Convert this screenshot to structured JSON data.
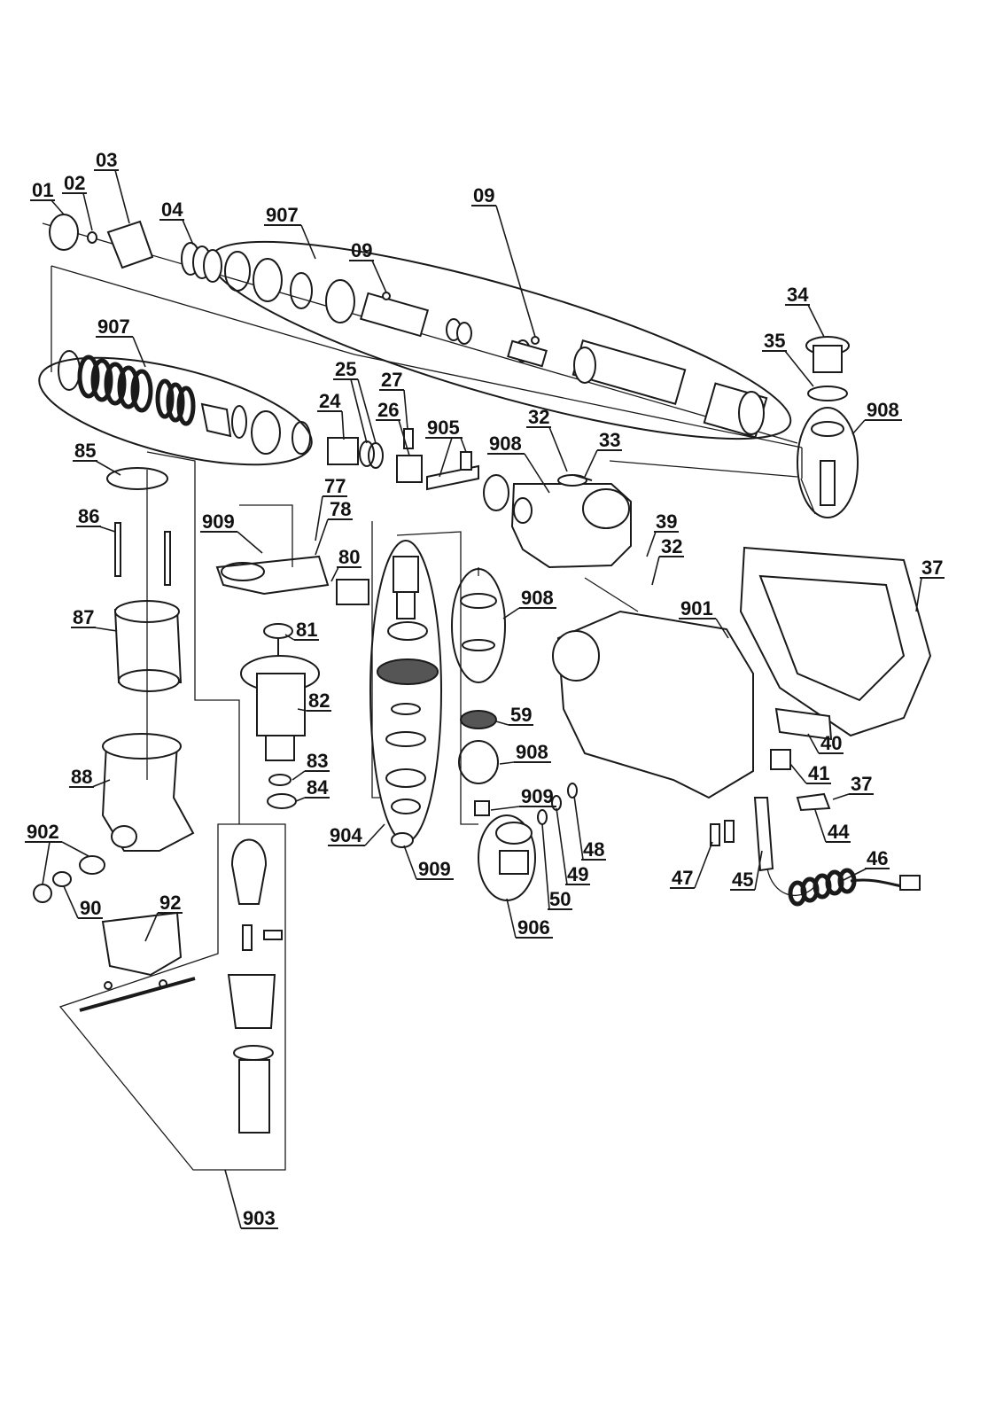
{
  "diagram": {
    "callouts": [
      {
        "id": "c01",
        "label": "01"
      },
      {
        "id": "c02",
        "label": "02"
      },
      {
        "id": "c03",
        "label": "03"
      },
      {
        "id": "c04",
        "label": "04"
      },
      {
        "id": "c907a",
        "label": "907"
      },
      {
        "id": "c09a",
        "label": "09"
      },
      {
        "id": "c09b",
        "label": "09"
      },
      {
        "id": "c34",
        "label": "34"
      },
      {
        "id": "c35",
        "label": "35"
      },
      {
        "id": "c908a",
        "label": "908"
      },
      {
        "id": "c907b",
        "label": "907"
      },
      {
        "id": "c25",
        "label": "25"
      },
      {
        "id": "c27",
        "label": "27"
      },
      {
        "id": "c24",
        "label": "24"
      },
      {
        "id": "c26",
        "label": "26"
      },
      {
        "id": "c905",
        "label": "905"
      },
      {
        "id": "c32a",
        "label": "32"
      },
      {
        "id": "c33",
        "label": "33"
      },
      {
        "id": "c908b",
        "label": "908"
      },
      {
        "id": "c85",
        "label": "85"
      },
      {
        "id": "c77",
        "label": "77"
      },
      {
        "id": "c78",
        "label": "78"
      },
      {
        "id": "c909a",
        "label": "909"
      },
      {
        "id": "c86",
        "label": "86"
      },
      {
        "id": "c39",
        "label": "39"
      },
      {
        "id": "c32b",
        "label": "32"
      },
      {
        "id": "c37a",
        "label": "37"
      },
      {
        "id": "c80",
        "label": "80"
      },
      {
        "id": "c908c",
        "label": "908"
      },
      {
        "id": "c901",
        "label": "901"
      },
      {
        "id": "c87",
        "label": "87"
      },
      {
        "id": "c81",
        "label": "81"
      },
      {
        "id": "c82",
        "label": "82"
      },
      {
        "id": "c59",
        "label": "59"
      },
      {
        "id": "c40",
        "label": "40"
      },
      {
        "id": "c908d",
        "label": "908"
      },
      {
        "id": "c83",
        "label": "83"
      },
      {
        "id": "c88",
        "label": "88"
      },
      {
        "id": "c84",
        "label": "84"
      },
      {
        "id": "c41",
        "label": "41"
      },
      {
        "id": "c37b",
        "label": "37"
      },
      {
        "id": "c909b",
        "label": "909"
      },
      {
        "id": "c902",
        "label": "902"
      },
      {
        "id": "c904",
        "label": "904"
      },
      {
        "id": "c44",
        "label": "44"
      },
      {
        "id": "c48",
        "label": "48"
      },
      {
        "id": "c909c",
        "label": "909"
      },
      {
        "id": "c49",
        "label": "49"
      },
      {
        "id": "c47",
        "label": "47"
      },
      {
        "id": "c45",
        "label": "45"
      },
      {
        "id": "c46",
        "label": "46"
      },
      {
        "id": "c90",
        "label": "90"
      },
      {
        "id": "c92",
        "label": "92"
      },
      {
        "id": "c50",
        "label": "50"
      },
      {
        "id": "c906",
        "label": "906"
      },
      {
        "id": "c903",
        "label": "903"
      }
    ]
  }
}
